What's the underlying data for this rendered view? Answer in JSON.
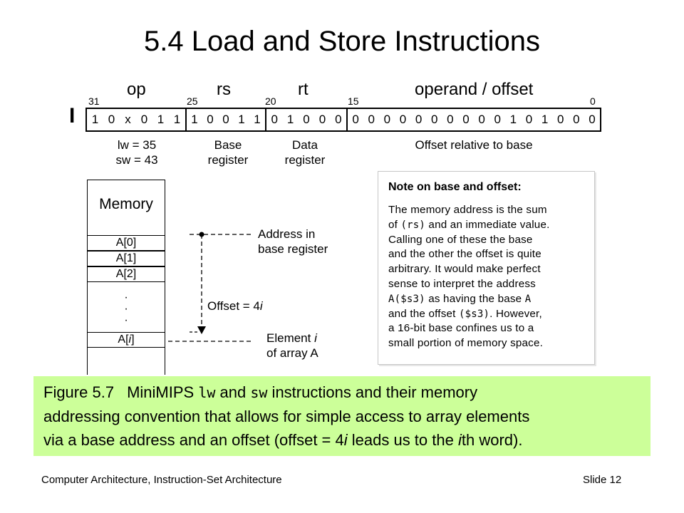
{
  "slide": {
    "title": "5.4  Load and Store Instructions",
    "footer_left": "Computer Architecture, Instruction-Set Architecture",
    "footer_right": "Slide 12"
  },
  "instruction": {
    "format_letter": "I",
    "fields": [
      {
        "name": "op",
        "start_bit": "31",
        "bits": [
          "1",
          "0",
          "x",
          "0",
          "1",
          "1"
        ],
        "caption": [
          "lw = 35",
          "sw = 43"
        ]
      },
      {
        "name": "rs",
        "start_bit": "25",
        "bits": [
          "1",
          "0",
          "0",
          "1",
          "1"
        ],
        "caption": [
          "Base",
          "register"
        ]
      },
      {
        "name": "rt",
        "start_bit": "20",
        "bits": [
          "0",
          "1",
          "0",
          "0",
          "0"
        ],
        "caption": [
          "Data",
          "register"
        ]
      },
      {
        "name": "operand / offset",
        "start_bit": "15",
        "end_bit": "0",
        "bits": [
          "0",
          "0",
          "0",
          "0",
          "0",
          "0",
          "0",
          "0",
          "0",
          "0",
          "1",
          "0",
          "1",
          "0",
          "0",
          "0"
        ],
        "caption": [
          "Offset relative to base"
        ]
      }
    ]
  },
  "memory": {
    "title": "Memory",
    "cells": [
      "A[0]",
      "A[1]",
      "A[2]"
    ],
    "ellipsis": [
      "·",
      "·",
      "·"
    ],
    "cell_i_prefix": "A[",
    "cell_i_var": "i",
    "cell_i_suffix": "]",
    "annotations": {
      "address_line1": "Address in",
      "address_line2": "base register",
      "offset_prefix": "Offset = 4",
      "offset_var": "i",
      "element_line1_prefix": "Element ",
      "element_line1_var": "i",
      "element_line2": "of array A"
    }
  },
  "note": {
    "heading": "Note on base and offset:",
    "lines": [
      [
        "The memory address is the sum"
      ],
      [
        "of ",
        {
          "code": "(rs)"
        },
        " and an immediate value."
      ],
      [
        "Calling one of these the base"
      ],
      [
        "and the other the offset is quite"
      ],
      [
        "arbitrary. It would make perfect"
      ],
      [
        "sense to interpret the address"
      ],
      [
        {
          "code": "A($s3)"
        },
        " as having the base ",
        {
          "code": "A"
        }
      ],
      [
        "and the offset ",
        {
          "code": "($s3)"
        },
        ". However,"
      ],
      [
        "a 16-bit base confines us to a"
      ],
      [
        "small portion of memory space."
      ]
    ]
  },
  "figure": {
    "label": "Figure 5.7",
    "t1": "MiniMIPS ",
    "code1": "lw",
    "t2": " and ",
    "code2": "sw",
    "t3": " instructions and their memory",
    "line2": "addressing convention that allows for simple access to array elements",
    "line3_a": "via a base address and an offset (offset = 4",
    "line3_i1": "i",
    "line3_b": " leads us to the ",
    "line3_i2": "i",
    "line3_c": "th word)."
  },
  "colors": {
    "caption_bg": "#ccff99",
    "note_border": "#c7c7c7"
  }
}
